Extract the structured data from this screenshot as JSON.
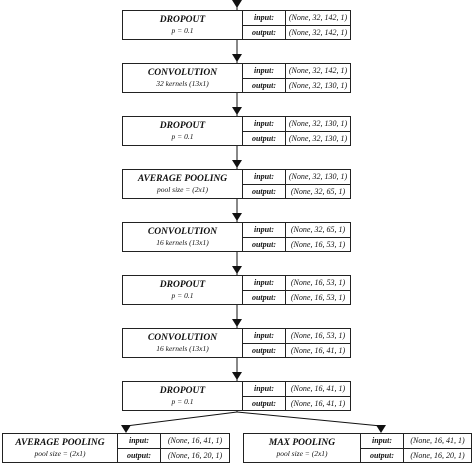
{
  "labels": {
    "input": "input:",
    "output": "output:"
  },
  "blocks": [
    {
      "title": "DROPOUT",
      "subtitle": "p = 0.1",
      "input": "(None, 32, 142, 1)",
      "output": "(None, 32, 142, 1)"
    },
    {
      "title": "CONVOLUTION",
      "subtitle": "32 kernels (13x1)",
      "input": "(None, 32, 142, 1)",
      "output": "(None, 32, 130, 1)"
    },
    {
      "title": "DROPOUT",
      "subtitle": "p = 0.1",
      "input": "(None, 32, 130, 1)",
      "output": "(None, 32, 130, 1)"
    },
    {
      "title": "AVERAGE POOLING",
      "subtitle": "pool size = (2x1)",
      "input": "(None, 32, 130, 1)",
      "output": "(None, 32, 65, 1)"
    },
    {
      "title": "CONVOLUTION",
      "subtitle": "16 kernels (13x1)",
      "input": "(None, 32, 65, 1)",
      "output": "(None, 16, 53, 1)"
    },
    {
      "title": "DROPOUT",
      "subtitle": "p = 0.1",
      "input": "(None, 16, 53, 1)",
      "output": "(None, 16, 53, 1)"
    },
    {
      "title": "CONVOLUTION",
      "subtitle": "16 kernels (13x1)",
      "input": "(None, 16, 53, 1)",
      "output": "(None, 16, 41, 1)"
    },
    {
      "title": "DROPOUT",
      "subtitle": "p = 0.1",
      "input": "(None, 16, 41, 1)",
      "output": "(None, 16, 41, 1)"
    }
  ],
  "branches": [
    {
      "title": "AVERAGE POOLING",
      "subtitle": "pool size = (2x1)",
      "input": "(None, 16, 41, 1)",
      "output": "(None, 16, 20, 1)"
    },
    {
      "title": "MAX POOLING",
      "subtitle": "pool size = (2x1)",
      "input": "(None, 16, 41, 1)",
      "output": "(None, 16, 20, 1)"
    }
  ]
}
